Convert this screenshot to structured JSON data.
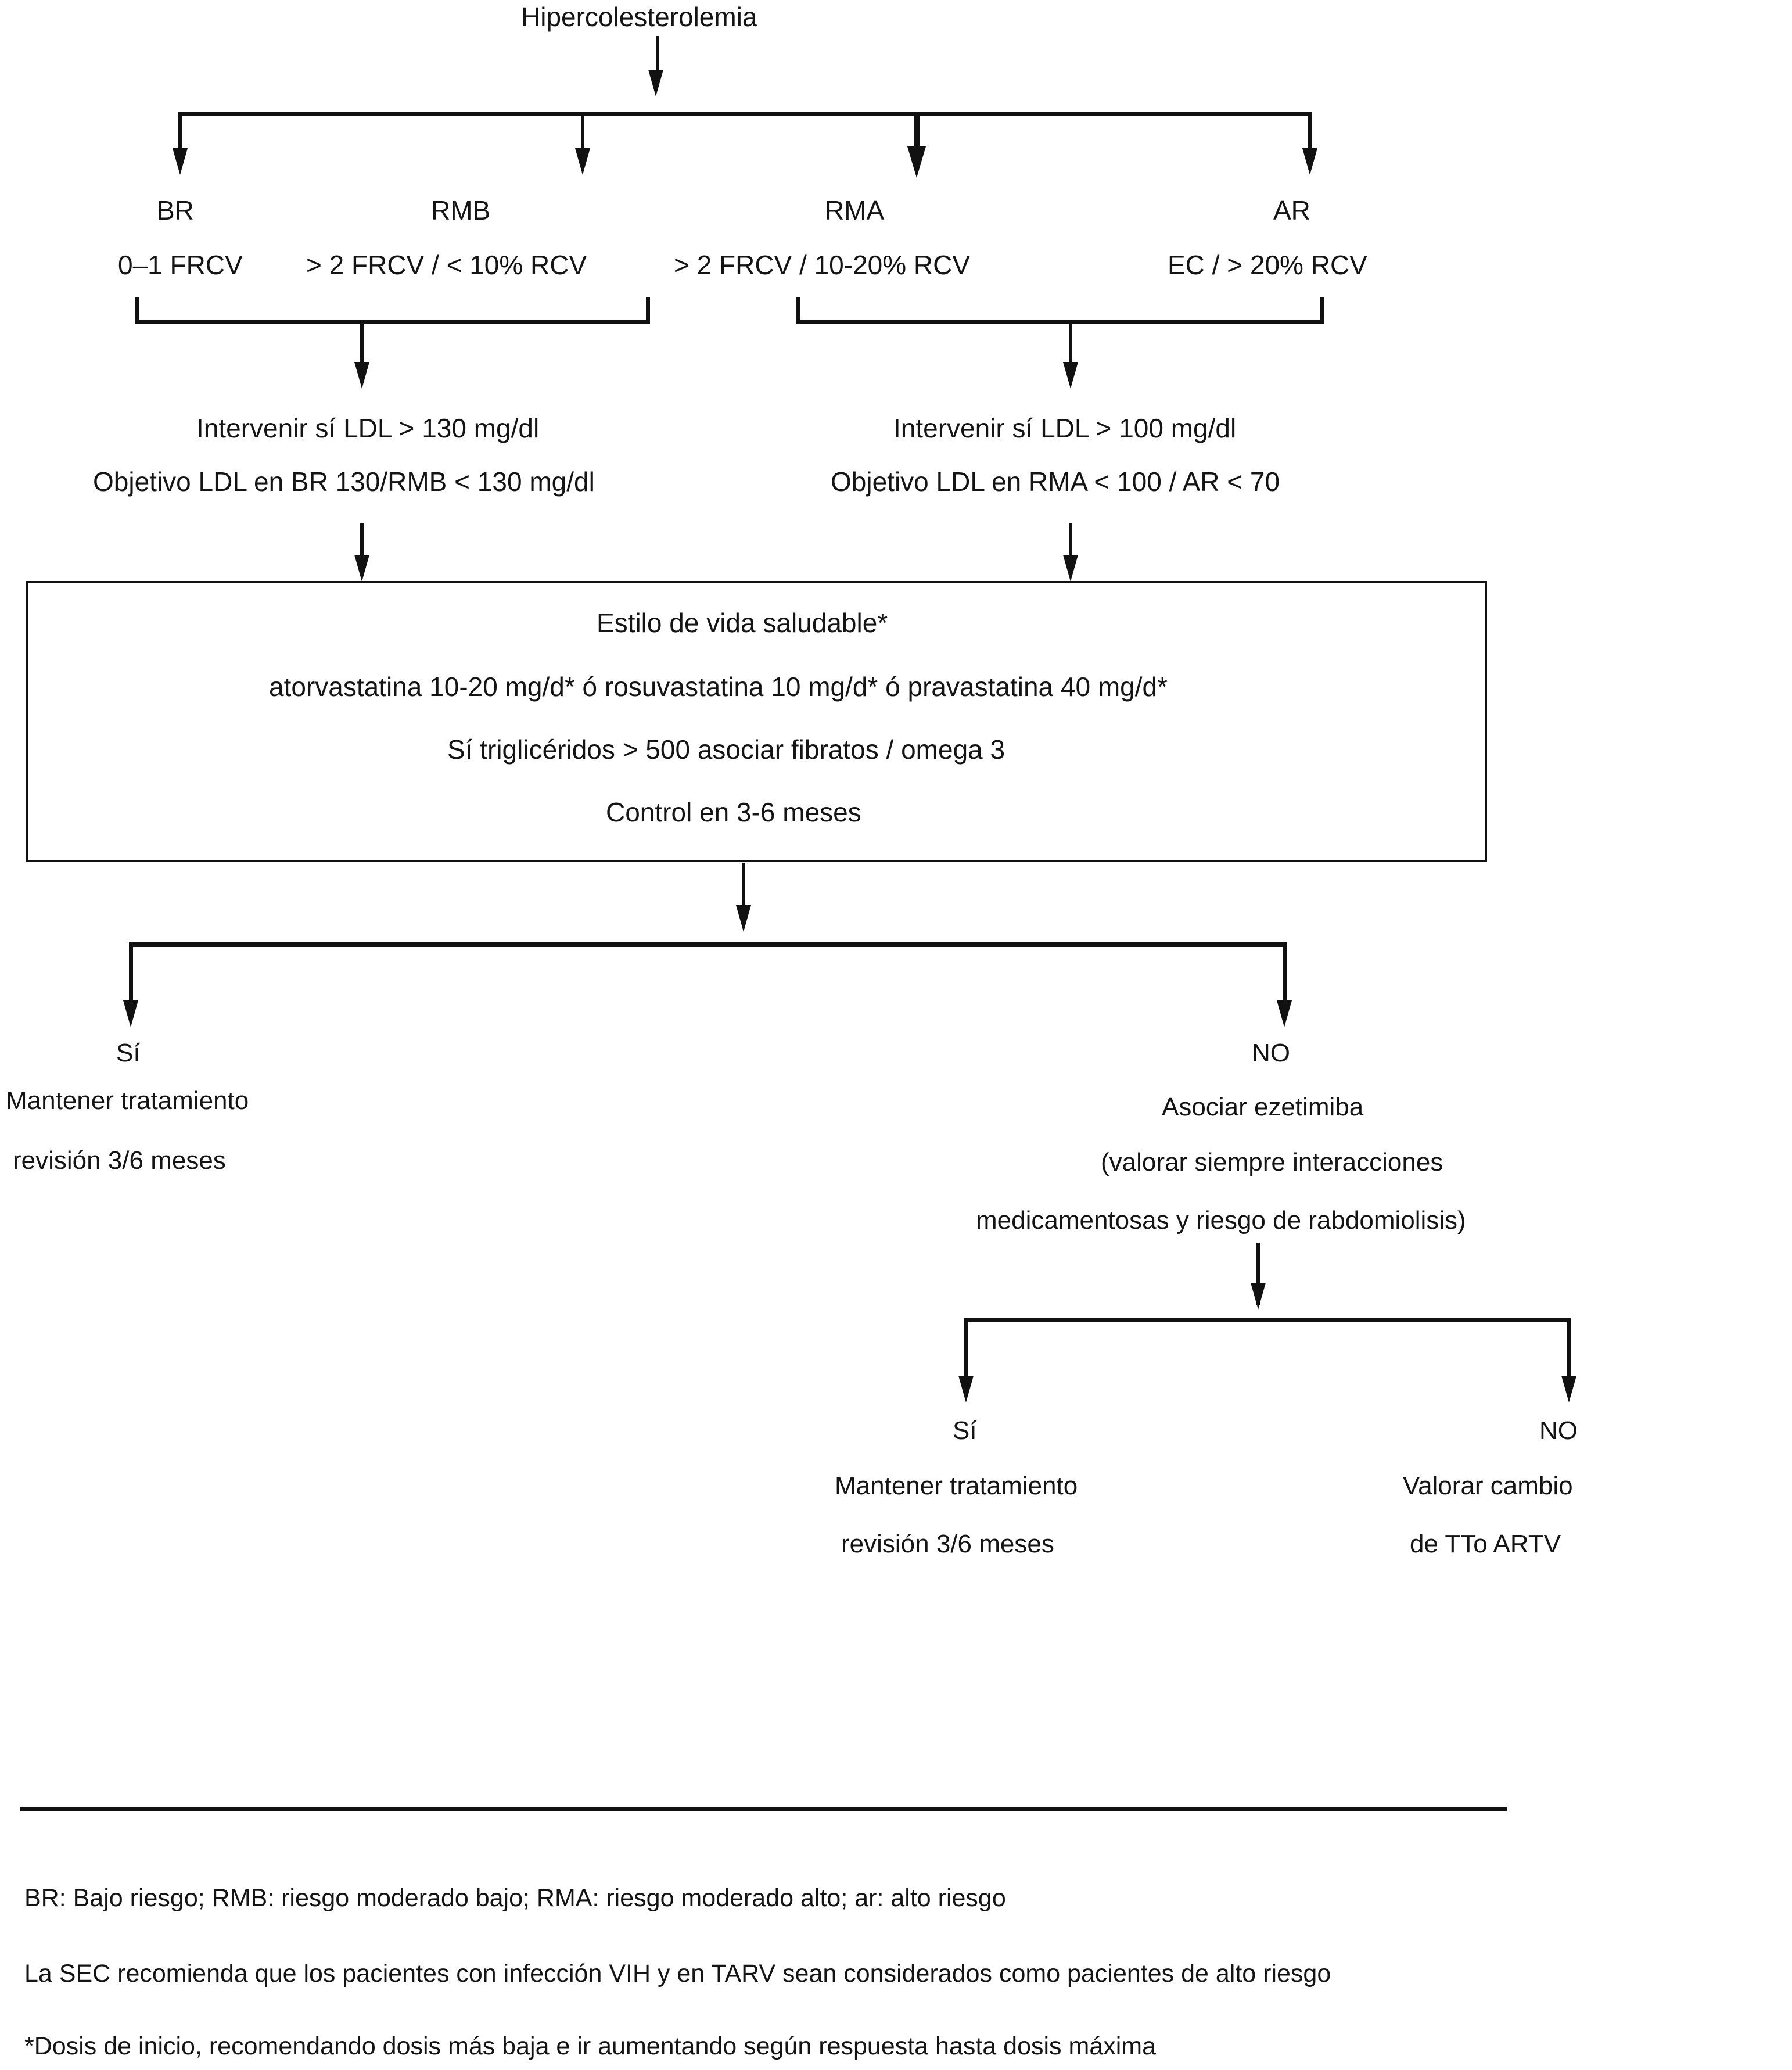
{
  "diagram": {
    "root": {
      "label": "Hipercolesterolemia"
    },
    "risk_categories": [
      {
        "code": "BR",
        "criteria": "0–1  FRCV"
      },
      {
        "code": "RMB",
        "criteria": "> 2 FRCV / < 10% RCV"
      },
      {
        "code": "RMA",
        "criteria": "> 2 FRCV / 10-20% RCV"
      },
      {
        "code": "AR",
        "criteria": "EC / > 20% RCV"
      }
    ],
    "intervention_left": {
      "line1": "Intervenir sí LDL > 130 mg/dl",
      "line2": "Objetivo LDL en BR 130/RMB < 130 mg/dl"
    },
    "intervention_right": {
      "line1": "Intervenir sí LDL > 100 mg/dl",
      "line2": "Objetivo LDL en RMA < 100 / AR < 70"
    },
    "treatment_box": {
      "line1": "Estilo de vida saludable*",
      "line2": "atorvastatina 10-20 mg/d* ó rosuvastatina 10 mg/d* ó pravastatina 40 mg/d*",
      "line3": "Sí triglicéridos > 500 asociar fibratos / omega 3",
      "line4": "Control en 3-6 meses"
    },
    "decision_1": {
      "yes": {
        "label": "Sí",
        "line1": "Mantener tratamiento",
        "line2": "revisión 3/6 meses"
      },
      "no": {
        "label": "NO",
        "line1": "Asociar ezetimiba",
        "line2": "(valorar siempre interacciones",
        "line3": "medicamentosas y riesgo de rabdomiolisis)"
      }
    },
    "decision_2": {
      "yes": {
        "label": "Sí",
        "line1": "Mantener tratamiento",
        "line2": "revisión 3/6 meses"
      },
      "no": {
        "label": "NO",
        "line1": "Valorar cambio",
        "line2": "de TTo ARTV"
      }
    },
    "footnotes": [
      "BR: Bajo riesgo; RMB: riesgo moderado bajo;  RMA: riesgo moderado alto; ar: alto riesgo",
      "La SEC recomienda que los pacientes con infección VIH y en TARV sean considerados como  pacientes de alto riesgo",
      "*Dosis de inicio, recomendando dosis más baja e ir  aumentando según respuesta hasta dosis máxima"
    ]
  },
  "colors": {
    "line": "#111111",
    "text": "#141414",
    "background": "#ffffff"
  }
}
